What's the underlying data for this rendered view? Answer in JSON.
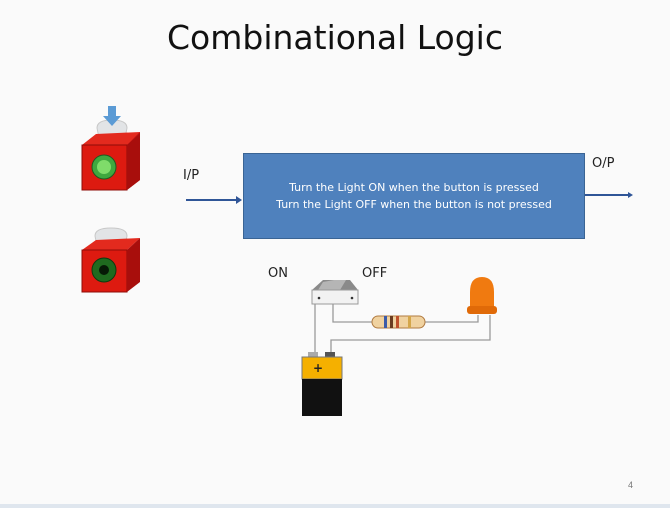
{
  "title": "Combinational Logic",
  "input_label": "I/P",
  "output_label": "O/P",
  "logic_box": {
    "line1": "Turn the Light ON when the button is pressed",
    "line2": "Turn the Light OFF when the button is not pressed",
    "color": "#4f81bd"
  },
  "circuit": {
    "on_label": "ON",
    "off_label": "OFF",
    "battery_sign": "+"
  },
  "page_number": "4"
}
